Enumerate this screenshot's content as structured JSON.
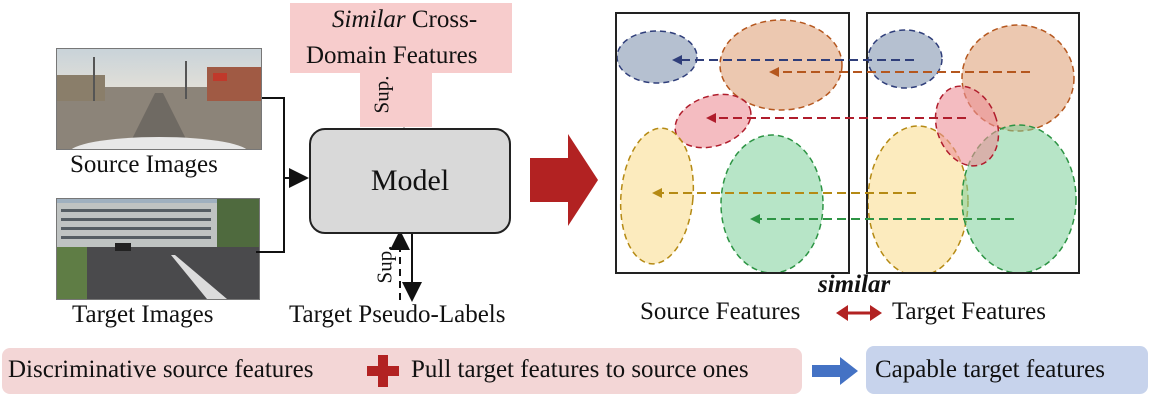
{
  "images": {
    "source_label": "Source Images",
    "target_label": "Target Images"
  },
  "similar_box": {
    "italic_word": "Similar",
    "rest_line1": " Cross-",
    "line2": "Domain Features"
  },
  "model": {
    "label": "Model"
  },
  "sup_top": "Sup.",
  "sup_bottom": "Sup.",
  "pseudo_labels": "Target Pseudo-Labels",
  "features": {
    "similar_label": "similar",
    "source_label": "Source Features",
    "target_label": "Target Features"
  },
  "legend": {
    "discriminative": "Discriminative source features",
    "pull": "Pull target features to source ones",
    "capable": "Capable target features"
  },
  "colors": {
    "pink_bg": "#f7cccc",
    "legend_pink": "#f3d6d6",
    "legend_blue": "#c7d3ec",
    "dark_red": "#b22222",
    "blue_arrow": "#4472c4",
    "model_gray": "#d9d9d9"
  },
  "clusters": [
    {
      "name": "blue",
      "fill": "#8496b0",
      "stroke": "#2f3e7a"
    },
    {
      "name": "orange",
      "fill": "#e0a37c",
      "stroke": "#b5571e"
    },
    {
      "name": "red",
      "fill": "#ec8f98",
      "stroke": "#b01d2c"
    },
    {
      "name": "yellow",
      "fill": "#fbe3a3",
      "stroke": "#b58a14"
    },
    {
      "name": "green",
      "fill": "#7ccf99",
      "stroke": "#2d9444"
    }
  ]
}
